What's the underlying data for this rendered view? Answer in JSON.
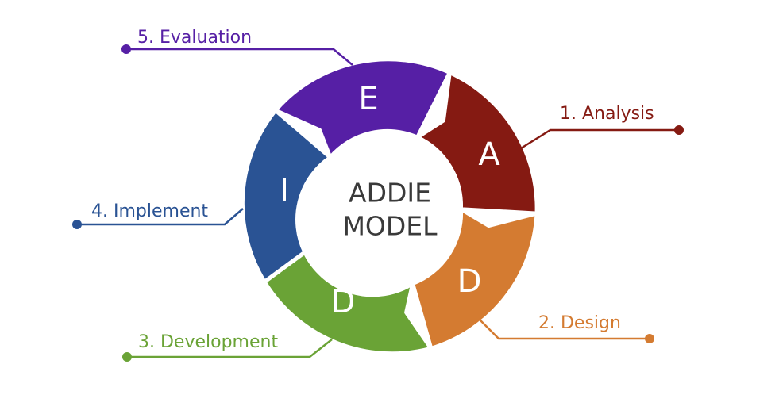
{
  "center": {
    "line1": "ADDIE",
    "line2": "MODEL"
  },
  "phases": {
    "analysis": {
      "letter": "A",
      "label": "1. Analysis",
      "color": "#851a12"
    },
    "design": {
      "letter": "D",
      "label": "2. Design",
      "color": "#d47b31"
    },
    "development": {
      "letter": "D",
      "label": "3. Development",
      "color": "#6aa336"
    },
    "implement": {
      "letter": "I",
      "label": "4. Implement",
      "color": "#2a5394"
    },
    "evaluation": {
      "letter": "E",
      "label": "5. Evaluation",
      "color": "#561fa5"
    }
  }
}
